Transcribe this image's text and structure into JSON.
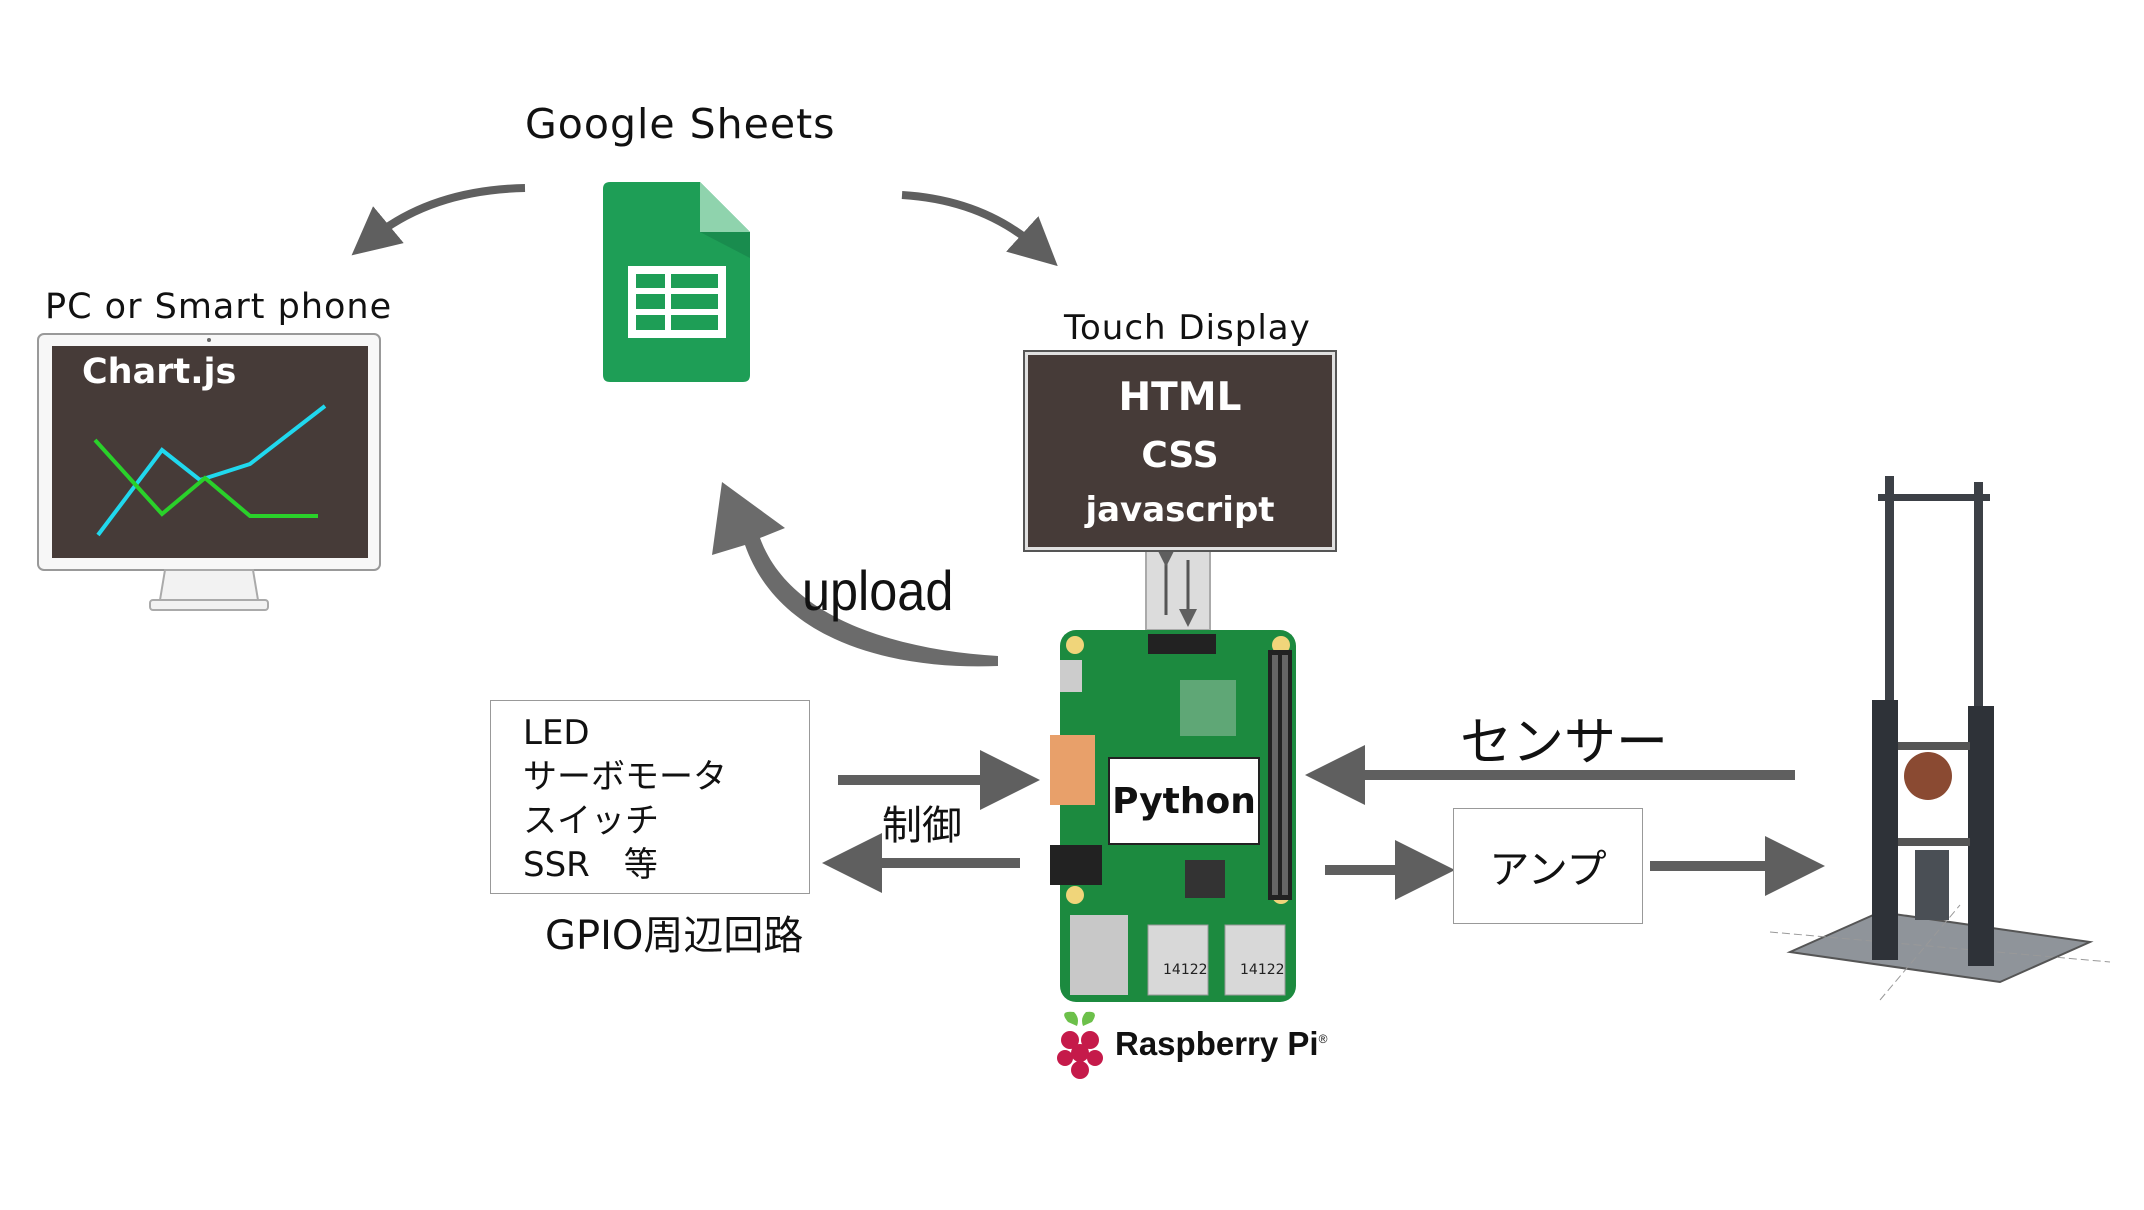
{
  "labels": {
    "google_sheets": "Google Sheets",
    "pc_or_phone": "PC or Smart phone",
    "chartjs": "Chart.js",
    "touch_display": "Touch Display",
    "upload": "upload",
    "sensor": "センサー",
    "control": "制御",
    "gpio_circuits": "GPIO周辺回路",
    "amp": "アンプ",
    "python": "Python",
    "raspberry_pi": "Raspberry Pi",
    "raspberry_pi_mark": "®",
    "usb_port_1": "14122",
    "usb_port_2": "14122"
  },
  "display_lines": [
    "HTML",
    "CSS",
    "javascript"
  ],
  "gpio_items": [
    "LED",
    "サーボモータ",
    "スイッチ",
    "SSR　等"
  ],
  "colors": {
    "arrow": "#5f5f5f",
    "screen_bg": "#463b38",
    "sheets_green": "#1e9e56",
    "board_green": "#1c8a3f",
    "chart_line_1": "#20d8ee",
    "chart_line_2": "#2ad12a"
  }
}
